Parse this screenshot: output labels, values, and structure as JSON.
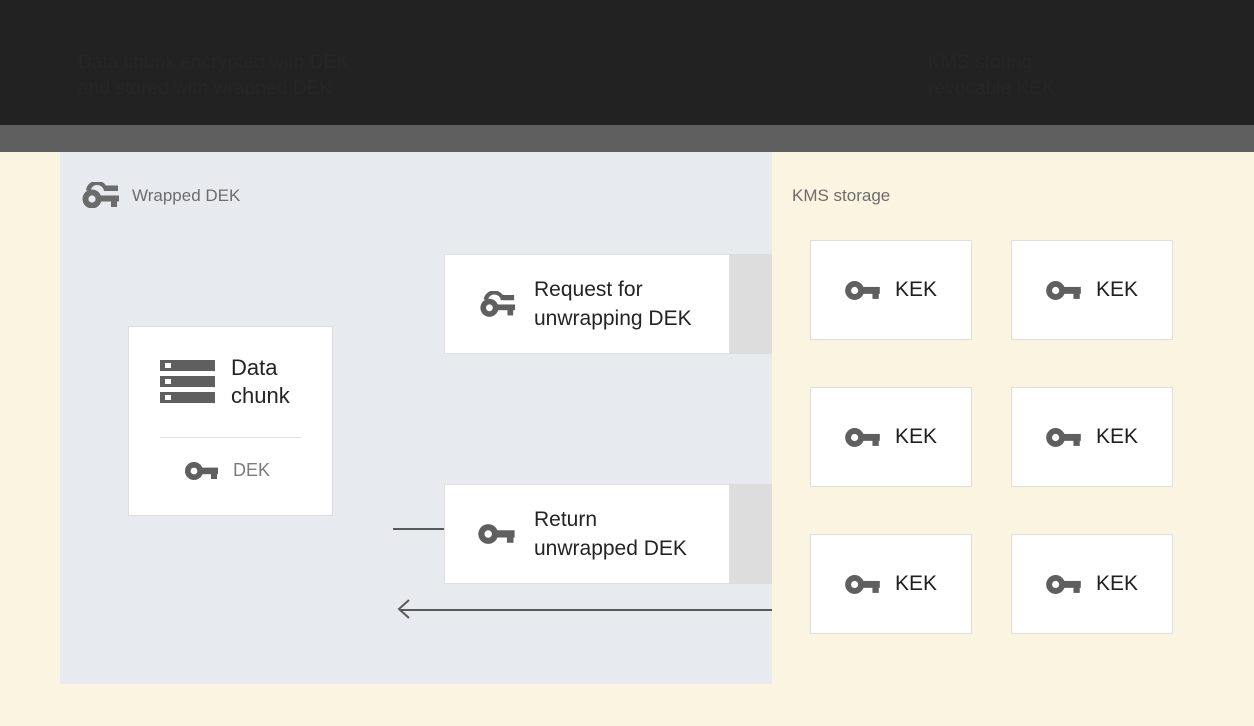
{
  "header": {
    "left_caption": "Data chunk encrypted with DEK\nand stored with wrapped DEK",
    "right_caption": "KMS storing\nrevocable KEK"
  },
  "colors": {
    "chrome_dark": "#222222",
    "chrome_gray": "#5f5f5f",
    "page_background": "#fbf4e1",
    "storage_panel": "#e7eaee",
    "kms_panel": "#fbf4e1",
    "card_white": "#ffffff",
    "shadow_gray": "#dddddd",
    "arrow": "#5a5a5a",
    "icon_gray": "#5f5f5f"
  },
  "storage_panel": {
    "title": "Wrapped DEK",
    "title_icon": "wrapped-key-icon",
    "data_chunk_card": {
      "icon": "database-chunk-icon",
      "label": "Data\nchunk",
      "key_icon": "key-icon",
      "key_label": "DEK"
    },
    "messages": [
      {
        "id": "request",
        "icon": "wrapped-key-icon",
        "label": "Request for\nunwrapping DEK"
      },
      {
        "id": "return",
        "icon": "key-icon",
        "label": "Return\nunwrapped DEK"
      }
    ],
    "arrows": [
      {
        "id": "to-kms",
        "direction": "right",
        "head": "filled-triangle"
      },
      {
        "id": "from-kms",
        "direction": "left",
        "head": "open-chevron"
      }
    ]
  },
  "kms_panel": {
    "title": "KMS storage",
    "keks": [
      {
        "icon": "key-icon",
        "label": "KEK"
      },
      {
        "icon": "key-icon",
        "label": "KEK"
      },
      {
        "icon": "key-icon",
        "label": "KEK"
      },
      {
        "icon": "key-icon",
        "label": "KEK"
      },
      {
        "icon": "key-icon",
        "label": "KEK"
      },
      {
        "icon": "key-icon",
        "label": "KEK"
      }
    ]
  }
}
